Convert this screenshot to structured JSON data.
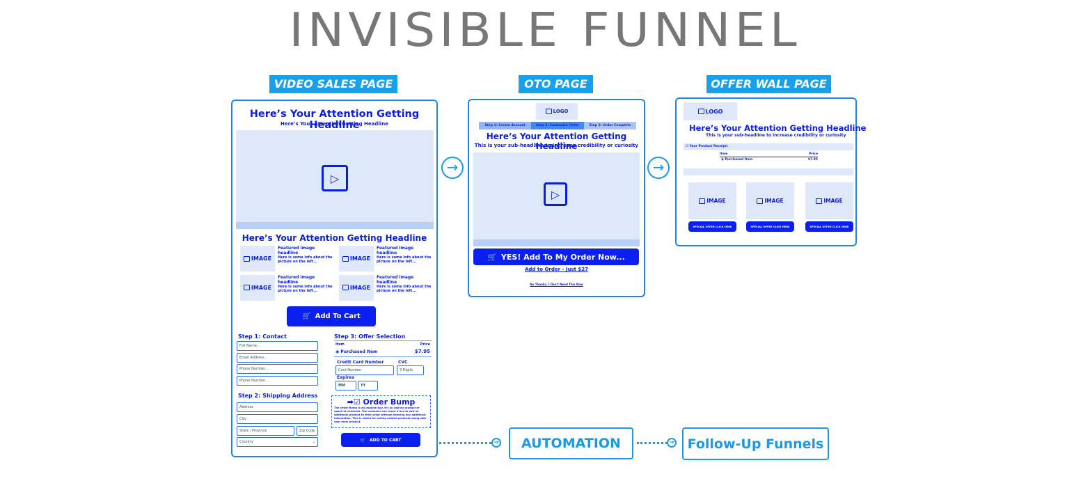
{
  "title": "INVISIBLE FUNNEL",
  "colors": {
    "accent": "#18a0ea",
    "brand_blue": "#0a1ff0",
    "title_gray": "#777777",
    "light_box": "#dde8fb"
  },
  "vsp": {
    "label": "VIDEO SALES PAGE",
    "headline": "Here’s Your Attention Getting Headline",
    "subheadline": "Here’s Your Attention Getting Headline",
    "headline2": "Here’s Your Attention Getting Headline",
    "features": [
      {
        "image": "IMAGE",
        "headline": "Featured image headline",
        "text": "Here is some info about the picture on the left..."
      },
      {
        "image": "IMAGE",
        "headline": "Featured image headline",
        "text": "Here is some info about the picture on the left..."
      },
      {
        "image": "IMAGE",
        "headline": "Featured image headline",
        "text": "Here is some info about the picture on the left..."
      },
      {
        "image": "IMAGE",
        "headline": "Featured image headline",
        "text": "Here is some info about the picture on the left..."
      }
    ],
    "add_to_cart": "Add To Cart",
    "step1": "Step 1: Contact",
    "contact_fields": [
      "Full Name...",
      "Email Address...",
      "Phone Number...",
      "Phone Number..."
    ],
    "step2": "Step 2: Shipping Address",
    "address": "Address",
    "city": "City",
    "state": "State / Province",
    "zip": "Zip Code",
    "country": "Country",
    "step3": "Step 3: Offer Selection",
    "item_header": "Item",
    "price_header": "Price",
    "item": "Purchased Item",
    "price": "$7.95",
    "cc_label": "Credit Card Number",
    "cc_placeholder": "Card Number",
    "cvc_label": "CVC",
    "cvc_placeholder": "3 Digits",
    "expires": "Expires",
    "mm": "MM",
    "yy": "YY",
    "bump_title": "Order Bump",
    "bump_text": "The Order Bump is an impulse buy. It's an add-on product or upsell at checkout. The customer can check a box to add an additional product to their order without entering any additional information. This is useful for selling related products along with your main product.",
    "add_to_cart_small": "ADD TO CART"
  },
  "oto": {
    "label": "OTO PAGE",
    "logo": "LOGO",
    "steps": [
      "Step 1: Create Account",
      "Step 2: Customize Order",
      "Step 3: Order Complete"
    ],
    "headline": "Here’s Your Attention Getting Headline",
    "subheadline": "This is your sub-headline to increase credibility or curiosity",
    "button": "YES! Add To My Order Now...",
    "link": "Add to Order - Just $27",
    "no_thanks": "No Thanks, I Don't Need This Now"
  },
  "offerwall": {
    "label": "OFFER WALL PAGE",
    "logo": "LOGO",
    "headline": "Here’s Your Attention Getting Headline",
    "subheadline": "This is your sub-headline to increase credibility or curiosity",
    "receipt": "Your Product Receipt:",
    "item_header": "Item",
    "price_header": "Price",
    "item": "Purchased Item",
    "price": "$7.95",
    "offers": [
      {
        "image": "IMAGE",
        "button": "SPECIAL OFFER CLICK HERE"
      },
      {
        "image": "IMAGE",
        "button": "SPECIAL OFFER CLICK HERE"
      },
      {
        "image": "IMAGE",
        "button": "SPECIAL OFFER CLICK HERE"
      }
    ]
  },
  "automation": "AUTOMATION",
  "follow_up": "Follow-Up Funnels"
}
